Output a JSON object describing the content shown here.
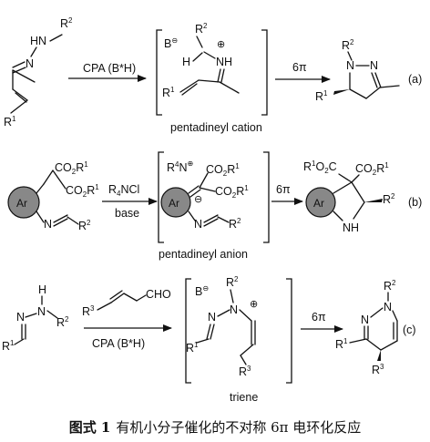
{
  "caption": {
    "label": "图式 1",
    "text": "有机小分子催化的不对称 6π 电环化反应"
  },
  "reaction_a": {
    "reagent": "CPA (B*H)",
    "step": "6π",
    "intermediate_name": "pentadineyl cation",
    "tag": "(a)"
  },
  "reaction_b": {
    "reagent_top": "R4NCl",
    "reagent_bottom": "base",
    "step": "6π",
    "intermediate_name": "pentadineyl anion",
    "tag": "(b)"
  },
  "reaction_c": {
    "reagent": "CPA (B*H)",
    "step": "6π",
    "intermediate_name": "triene",
    "tag": "(c)",
    "aldehyde": "CHO"
  },
  "atoms": {
    "Ar": "Ar",
    "NH": "NH",
    "HN": "HN",
    "N": "N",
    "H": "H",
    "CO2R1": "CO2R1",
    "R1O2C": "R1O2C"
  }
}
